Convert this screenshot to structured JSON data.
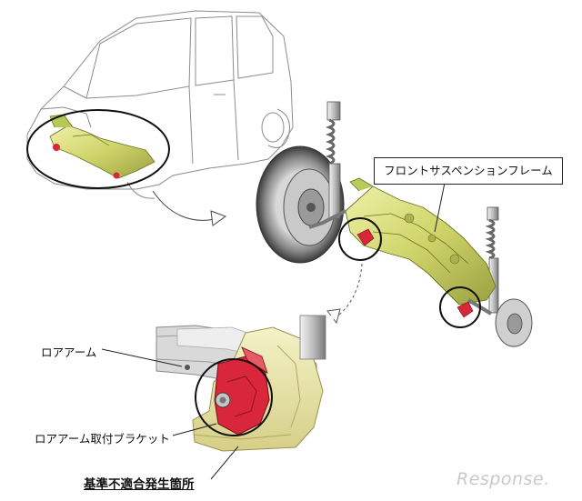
{
  "labels": {
    "front_suspension_frame": "フロントサスペンションフレーム",
    "lower_arm": "ロアアーム",
    "lower_arm_bracket": "ロアアーム取付ブラケット",
    "defect_location": "基準不適合発生箇所"
  },
  "watermark": {
    "text": "Response."
  },
  "colors": {
    "frame_yellow": "#d8dc70",
    "highlight_red": "#d8263a",
    "outline_gray": "#9a9a9a",
    "circle_black": "#111111"
  }
}
